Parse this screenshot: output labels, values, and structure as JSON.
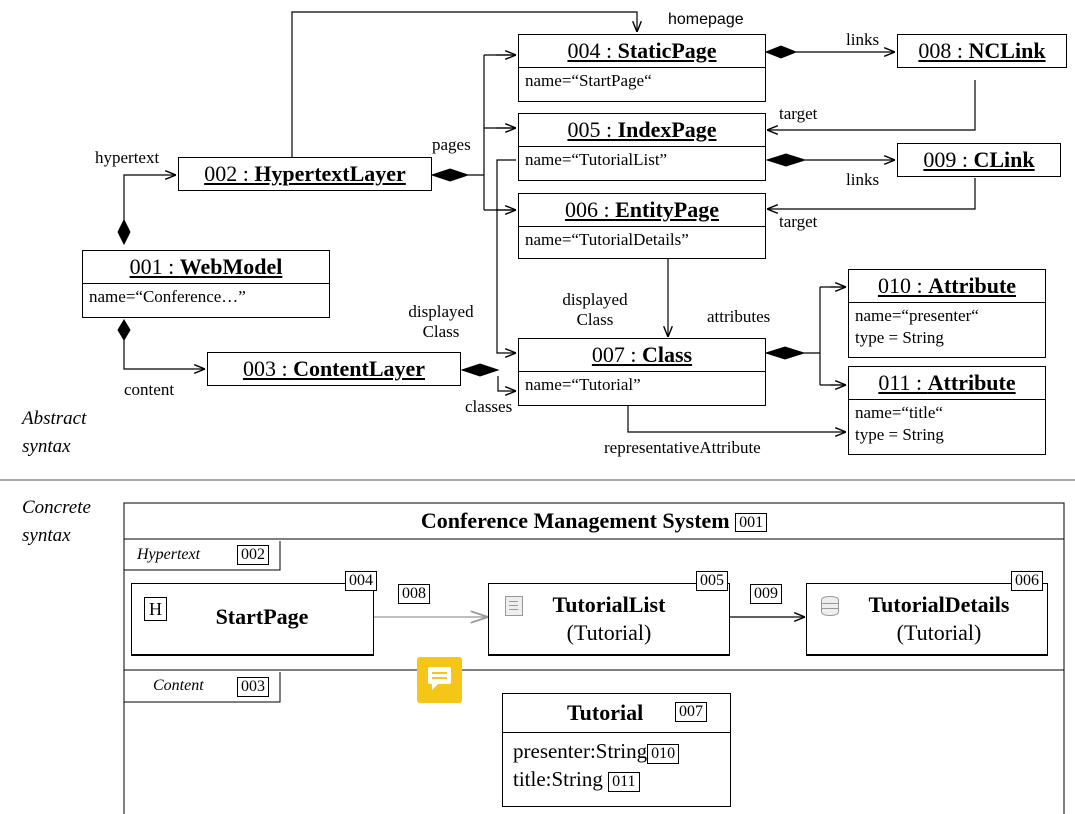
{
  "abstract": {
    "section_label": [
      "Abstract",
      "syntax"
    ],
    "objects": {
      "webmodel": {
        "id": "001 : ",
        "type": "WebModel",
        "attr": "name=“Conference…”"
      },
      "hypertext": {
        "id": "002 : ",
        "type": "HypertextLayer"
      },
      "content": {
        "id": "003 : ",
        "type": "ContentLayer"
      },
      "staticpage": {
        "id": "004 : ",
        "type": "StaticPage",
        "attr": "name=“StartPage“"
      },
      "indexpage": {
        "id": "005 : ",
        "type": "IndexPage",
        "attr": "name=“TutorialList”"
      },
      "entitypage": {
        "id": "006 : ",
        "type": "EntityPage",
        "attr": "name=“TutorialDetails”"
      },
      "class": {
        "id": "007 : ",
        "type": "Class",
        "attr": "name=“Tutorial”"
      },
      "nclink": {
        "id": "008 : ",
        "type": "NCLink"
      },
      "clink": {
        "id": "009 : ",
        "type": "CLink"
      },
      "attr1": {
        "id": "010 : ",
        "type": "Attribute",
        "attrs": [
          "name=“presenter“",
          "type = String"
        ]
      },
      "attr2": {
        "id": "011 : ",
        "type": "Attribute",
        "attrs": [
          "name=“title“",
          "type = String"
        ]
      }
    },
    "labels": {
      "homepage": "homepage",
      "hypertext": "hypertext",
      "pages": "pages",
      "links1": "links",
      "links2": "links",
      "target1": "target",
      "target2": "target",
      "displayed_class_left": [
        "displayed",
        "Class"
      ],
      "displayed_class_mid": [
        "displayed",
        "Class"
      ],
      "attributes": "attributes",
      "content": "content",
      "classes": "classes",
      "representative": "representativeAttribute"
    }
  },
  "concrete": {
    "section_label": [
      "Concrete",
      "syntax"
    ],
    "system_title": "Conference Management System",
    "system_tag": "001",
    "hypertext_label": "Hypertext",
    "hypertext_tag": "002",
    "content_label": "Content",
    "content_tag": "003",
    "pages": {
      "start": {
        "title": "StartPage",
        "tag": "004",
        "marker": "H"
      },
      "list": {
        "title": "TutorialList",
        "sub": "(Tutorial)",
        "tag": "005"
      },
      "details": {
        "title": "TutorialDetails",
        "sub": "(Tutorial)",
        "tag": "006"
      }
    },
    "links": {
      "l1": "008",
      "l2": "009"
    },
    "tutorial_class": {
      "title": "Tutorial",
      "tag": "007",
      "attrs": [
        {
          "text": "presenter:String",
          "tag": "010"
        },
        {
          "text": "title:String",
          "tag": "011"
        }
      ]
    }
  },
  "colors": {
    "note_icon": "#F5C518",
    "link_arrow_gray": "#999999"
  }
}
